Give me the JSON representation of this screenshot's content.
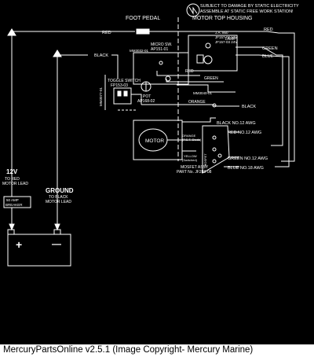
{
  "caption": "MercuryPartsOnline v2.5.1 (Image Copyright- Mercury Marine)",
  "colors": {
    "background": "#000000",
    "lines": "#ffffff",
    "caption_bg": "#ffffff"
  },
  "diagram": {
    "header_warning_line1": "SUBJECT TO DAMAGE BY STATIC ELECTRICITY",
    "header_warning_line2": "ASSEMBLE AT STATIC FREE WORK STATION!",
    "section_foot_pedal": "FOOT PEDAL",
    "section_motor_top": "MOTOR TOP HOUSING",
    "wire_red_top_left": "RED",
    "wire_red_top_right": "RED",
    "wire_black_left": "BLACK",
    "wire_green": "GREEN",
    "wire_blue": "BLUE",
    "wire_red_mid": "RED",
    "wire_green_mid": "GREEN",
    "wire_orange": "ORANGE",
    "wire_black_mid": "BLACK",
    "micro_sw_label": "MICRO SW.",
    "micro_sw_part": "AP151-01",
    "mm3032_label": "MM3032-01",
    "mm3077_label": "MM3077-01",
    "mm3040_label": "MM3040-01",
    "toggle_switch_label": "TOGGLE SWITCH",
    "toggle_switch_part": "FP153-03",
    "lamp_label": "LAMP",
    "lamp_part1": "J.A. 860",
    "lamp_part2": "JF157-02 12V",
    "lamp_part3": "JF157-03 24V",
    "pot_label": "POT",
    "pot_part": "AP168-02",
    "motor_label": "MOTOR",
    "orange_small": "ORANGE",
    "orange_small2": "(P.S.T. Diode)",
    "yellow_label": "YELLOW",
    "yellow_sub": "(Switched)",
    "mosfet_label": "MOSFET ASSY",
    "mosfet_part": "PART No. JF289-08",
    "mosfet_side": "MOSFET",
    "wire_black_12": "BLACK NO.12 AWG",
    "wire_red_12": "RED NO.12 AWG",
    "wire_green_12": "GREEN NO.12 AWG",
    "wire_blue_18": "BLUE NO.18 AWG",
    "v12_label": "12V",
    "v12_sub1": "TO RED",
    "v12_sub2": "MOTOR LEAD",
    "breaker_line1": "50 AMP",
    "breaker_line2": "BREAKER",
    "ground_label": "GROUND",
    "ground_sub1": "TO BLACK",
    "ground_sub2": "MOTOR LEAD",
    "plus_sign": "+",
    "minus_sign": "—"
  }
}
